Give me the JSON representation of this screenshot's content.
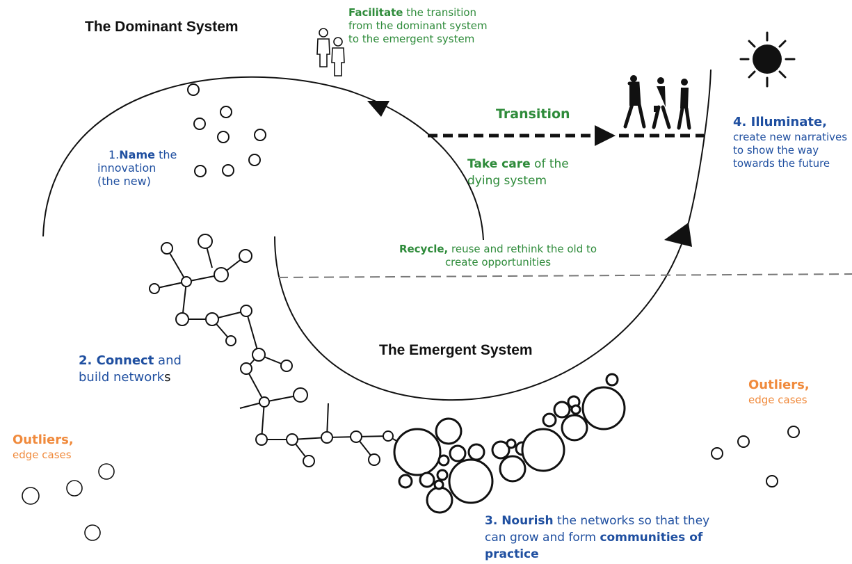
{
  "titles": {
    "dominant": "The Dominant System",
    "emergent": "The Emergent System"
  },
  "facilitate": {
    "bold": "Facilitate",
    "line1": " the transition",
    "line2": "from the dominant system",
    "line3": "to the emergent system"
  },
  "transition": "Transition",
  "take_care": {
    "bold": "Take care",
    "line1": " of the",
    "line2": "dying system"
  },
  "recycle": {
    "bold": "Recycle,",
    "line1": " reuse and rethink the old to",
    "line2": "create opportunities"
  },
  "name_step": {
    "num": "1.",
    "bold": "Name",
    "line1": " the",
    "line2": "innovation",
    "line3": "(the new)"
  },
  "connect_step": {
    "bold": "2. Connect",
    "line1": " and",
    "line2a": "build network",
    "line2b": "s"
  },
  "nourish_step": {
    "bold": "3. Nourish",
    "line1": " the networks so that they",
    "line2": "can grow and form ",
    "line2bold": "communities of",
    "line3bold": "practice"
  },
  "illuminate_step": {
    "bold": "4. Illuminate,",
    "line1": "create new narratives",
    "line2": "to show the way",
    "line3": "towards the future"
  },
  "outliers_left": {
    "title": "Outliers,",
    "sub": "edge cases"
  },
  "outliers_right": {
    "title": "Outliers,",
    "sub": "edge cases"
  },
  "colors": {
    "green": "#2e8b3a",
    "blue": "#1f4fa0",
    "orange": "#f08a3c",
    "ink": "#111111",
    "divider": "#777777"
  },
  "icons": [
    "people-icon",
    "walking-people-icon",
    "sun-icon",
    "arrow-head-icon"
  ]
}
